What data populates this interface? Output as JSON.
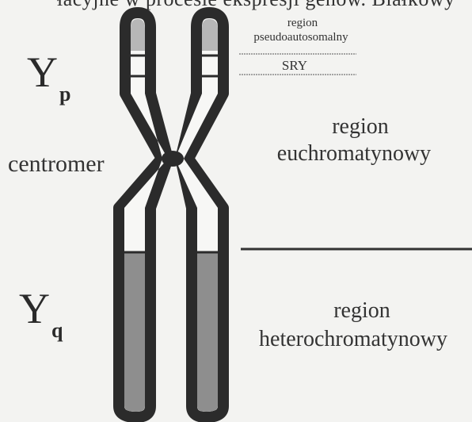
{
  "top_text": "łacyjne w procesie ekspresji genów. Białkowy",
  "labels": {
    "yp": "Y",
    "yp_sub": "p",
    "yq": "Y",
    "yq_sub": "q",
    "centromer": "centromer"
  },
  "regions": {
    "region_small": "region",
    "pseudoautosomal": "pseudoautosomalny",
    "sry": "SRY",
    "euchromatic_line1": "region",
    "euchromatic_line2": "euchromatynowy",
    "heterochromatic_line1": "region",
    "heterochromatic_line2": "heterochromatynowy"
  },
  "colors": {
    "outline": "#2b2b2b",
    "heterochromatin_fill": "#8e8e8e",
    "pseudoautosomal_fill": "#b7b7b7",
    "background": "#f3f3f1"
  }
}
